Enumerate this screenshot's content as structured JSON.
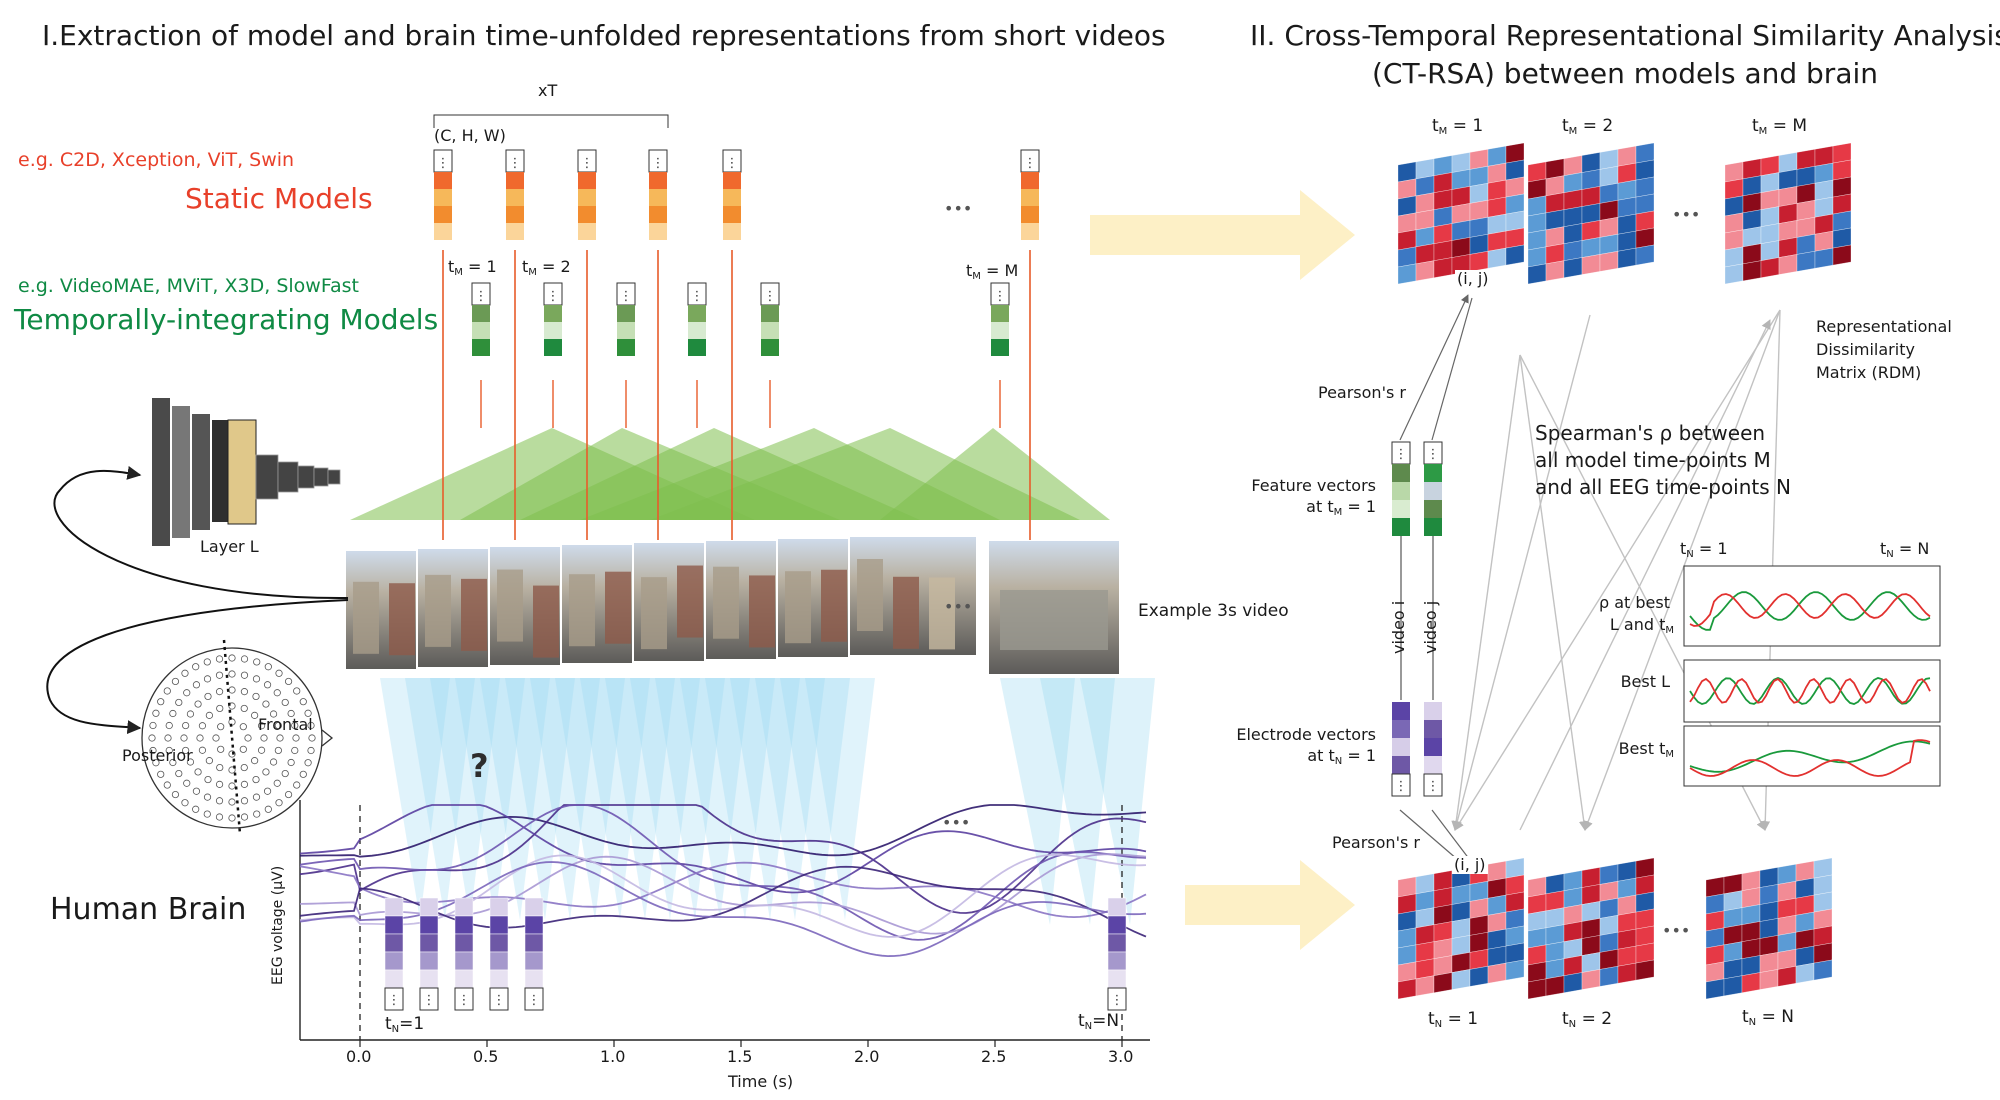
{
  "section1": {
    "title": "I.Extraction of model and brain time-unfolded representations from short videos"
  },
  "section2": {
    "title_line1": "II. Cross-Temporal Representational Similarity Analysis",
    "title_line2": "(CT-RSA) between models and brain"
  },
  "static_models": {
    "examples": "e.g. C2D, Xception, ViT, Swin",
    "label": "Static Models"
  },
  "temporal_models": {
    "examples": "e.g. VideoMAE, MViT, X3D, SlowFast",
    "label": "Temporally-integrating Models"
  },
  "brace": {
    "label": "xT",
    "dims": "(C, H, W)"
  },
  "model_time": {
    "t1": "1",
    "t2": "2",
    "tm": "M",
    "prefix": "t",
    "sub": "M",
    "eq": "= "
  },
  "layer_label": "Layer L",
  "video_label": "Example 3s video",
  "ellipsis": "•••",
  "brain": {
    "title": "Human Brain",
    "posterior": "Posterior",
    "frontal": "Frontal",
    "question": "?",
    "ylabel": "EEG voltage (µV)",
    "xlabel": "Time (s)",
    "xticks": [
      "0.0",
      "0.5",
      "1.0",
      "1.5",
      "2.0",
      "2.5",
      "3.0"
    ],
    "tn_first": "=1",
    "tn_last": "=N"
  },
  "rsa": {
    "pearson1": "Pearson's r",
    "pearson2": "Pearson's r",
    "feature_line1": "Feature vectors",
    "feature_line2": "at t",
    "electrode_line1": "Electrode vectors",
    "electrode_line2": "at t",
    "video_i": "video i",
    "video_j": "video j",
    "ij": "(i, j)",
    "rdm_line1": "Representational",
    "rdm_line2": "Dissimilarity",
    "rdm_line3": "Matrix (RDM)",
    "spearman_line1": "Spearman's ρ between",
    "spearman_line2": "all model time-points M",
    "spearman_line3": "and all EEG time-points N",
    "eq1": "= 1",
    "eq2": "= 2",
    "eqM": "= M",
    "eqN": "= N",
    "plot1_line1": "ρ at best",
    "plot1_line2": "L and t",
    "plot2": "Best L",
    "plot3": "Best t"
  }
}
